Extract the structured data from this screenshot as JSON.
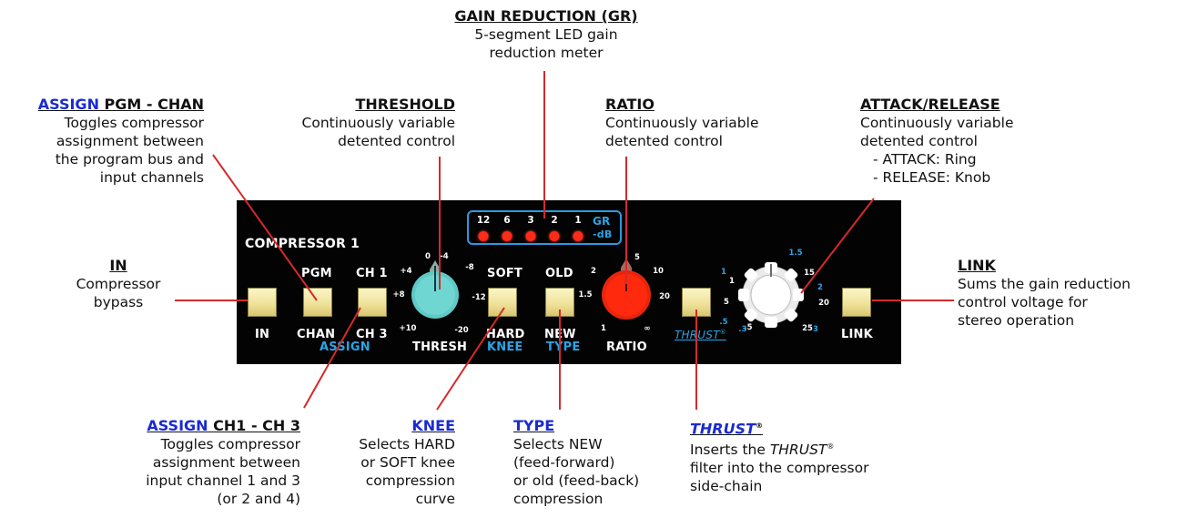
{
  "annotations": {
    "gain_reduction": {
      "title": "GAIN REDUCTION (GR)",
      "lines": [
        "5-segment LED gain",
        "reduction meter"
      ]
    },
    "assign_pgm": {
      "title_link": "ASSIGN",
      "title_rest": " PGM - CHAN",
      "lines": [
        "Toggles compressor",
        "assignment between",
        "the program bus and",
        "input channels"
      ]
    },
    "threshold": {
      "title": "THRESHOLD",
      "lines": [
        "Continuously variable",
        "detented control"
      ]
    },
    "ratio": {
      "title": "RATIO",
      "lines": [
        "Continuously variable",
        "detented control"
      ]
    },
    "attack_release": {
      "title": "ATTACK/RELEASE",
      "lines": [
        "Continuously variable",
        "detented control"
      ],
      "sub": [
        "- ATTACK: Ring",
        "- RELEASE: Knob"
      ]
    },
    "in": {
      "title": "IN",
      "lines": [
        "Compressor",
        "bypass"
      ]
    },
    "link": {
      "title": "LINK",
      "lines": [
        "Sums the gain reduction",
        "control voltage for",
        "stereo operation"
      ]
    },
    "assign_ch": {
      "title_link": "ASSIGN",
      "title_rest": " CH1 - CH 3",
      "lines": [
        "Toggles compressor",
        "assignment between",
        "input channel 1 and 3",
        "(or 2 and 4)"
      ]
    },
    "knee": {
      "title": "KNEE",
      "lines": [
        "Selects HARD",
        "or SOFT knee",
        "compression",
        "curve"
      ]
    },
    "type": {
      "title": "TYPE",
      "lines": [
        "Selects NEW",
        "(feed-forward)",
        "or old (feed-back)",
        "compression"
      ]
    },
    "thrust": {
      "title": "THRUST",
      "reg": "®",
      "line1_pre": "Inserts the ",
      "line1_it": "THRUST",
      "line1_reg": "®",
      "lines": [
        "filter into the compressor",
        "side-chain"
      ]
    }
  },
  "panel": {
    "title": "COMPRESSOR 1",
    "meter": {
      "segments": [
        "12",
        "6",
        "3",
        "2",
        "1"
      ],
      "gr": "GR",
      "db": "-dB",
      "led_color": "#ff2a1a"
    },
    "in_button": {
      "bottom": "IN"
    },
    "assign_pgm": {
      "top": "PGM",
      "bottom": "CHAN"
    },
    "assign_ch": {
      "top": "CH 1",
      "bottom": "CH 3"
    },
    "assign_label": "ASSIGN",
    "thresh": {
      "label": "THRESH",
      "ticks": [
        "0",
        "-4",
        "-8",
        "-12",
        "-20",
        "+10",
        "+8",
        "+4"
      ],
      "color": "#5ec9c6"
    },
    "knee": {
      "top": "SOFT",
      "bottom": "HARD",
      "group": "KNEE"
    },
    "type": {
      "top": "OLD",
      "bottom": "NEW",
      "group": "TYPE"
    },
    "ratio": {
      "label": "RATIO",
      "ticks": [
        "2",
        "5",
        "10",
        "20",
        "∞",
        "1",
        "1.5"
      ],
      "color": "#ff2a0e"
    },
    "thrust_label": "THRUST",
    "thrust_reg": "®",
    "attack_release": {
      "outer_ticks": [
        ".5",
        "1",
        "5",
        "15",
        "20",
        "25"
      ],
      "inner_ticks": [
        "1.5",
        "2",
        "3",
        ".3",
        ".5"
      ]
    },
    "link": {
      "bottom": "LINK"
    },
    "colors": {
      "panel": "#030303",
      "accent_blue": "#2aa4e6",
      "button": "#f0e29a",
      "callout_line": "#d42a2a"
    }
  }
}
